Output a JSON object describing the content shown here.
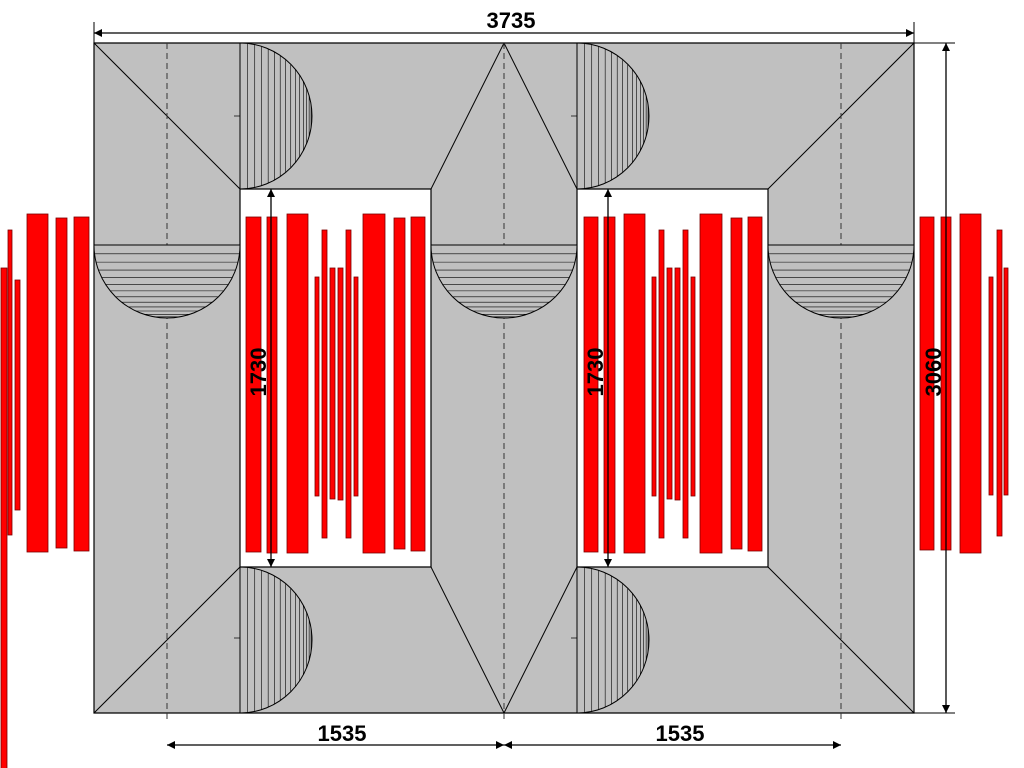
{
  "drawing": {
    "colors": {
      "core": "#c0c0c0",
      "coil": "#ff0000",
      "line": "#000000",
      "background": "#ffffff"
    },
    "dimensions": {
      "overall_width": "3735",
      "overall_height": "3060",
      "window_height_left": "1730",
      "window_height_right": "1730",
      "pitch_left": "1535",
      "pitch_right": "1535"
    }
  }
}
